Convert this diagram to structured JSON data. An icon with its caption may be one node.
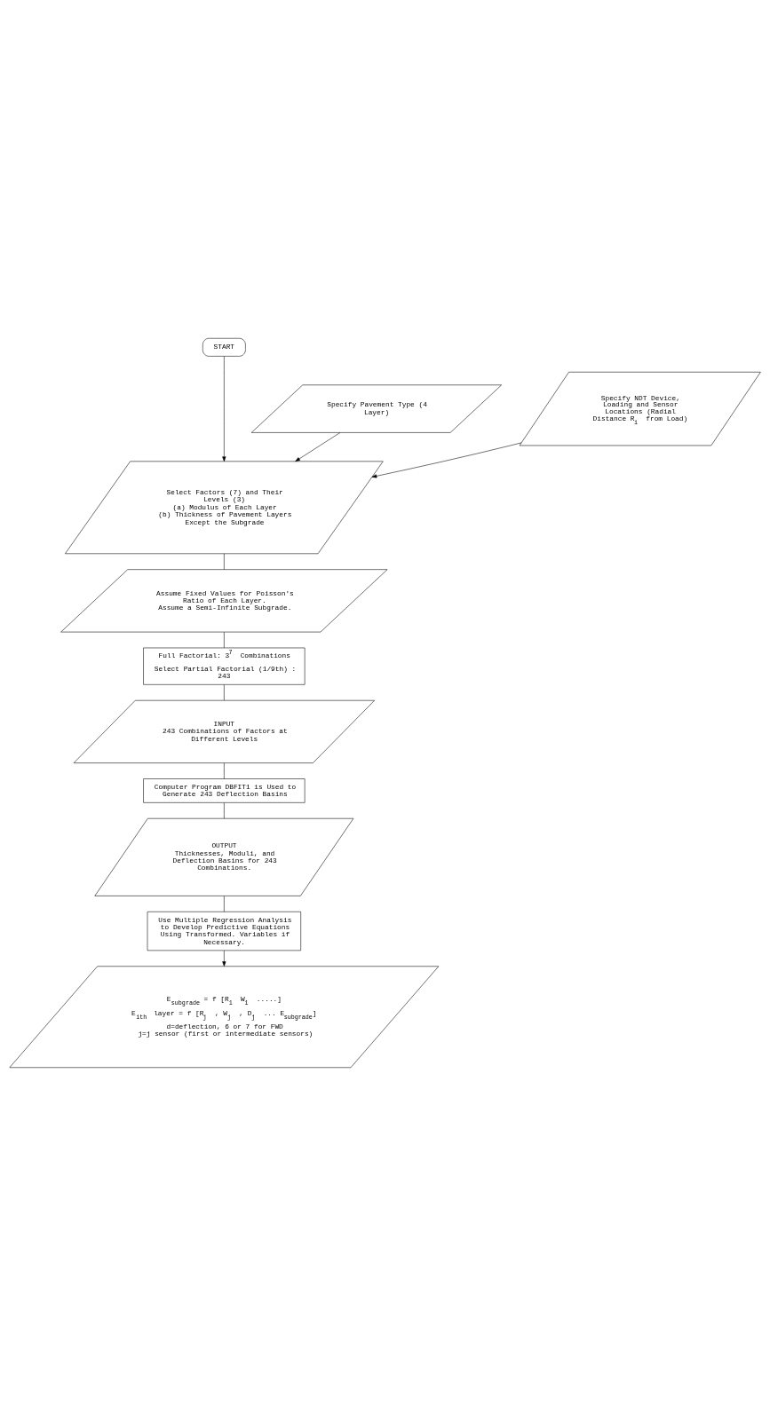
{
  "diagram": {
    "nodes": [
      {
        "text": [
          "START"
        ]
      },
      {
        "text": [
          "Specify Pavement Type (4 Layer)"
        ]
      },
      {
        "text": [
          "Specify NDT Device, Loading and Sensor Locations (Radial Distance R$_{i}$ from Load)"
        ]
      },
      {
        "text": [
          "Select Factors (7) and Their Levels (3)",
          "(a) Modulus of Each Layer",
          "(b) Thickness of Pavement Layers Except the Subgrade"
        ]
      },
      {
        "text": [
          "Assume Fixed Values for Poisson's Ratio of Each Layer.",
          "Assume a Semi-Infinite Subgrade."
        ]
      },
      {
        "text": [
          "Full Factorial: 3$^{7}$ Combinations",
          "Select Partial Factorial (1/9th) : 243"
        ]
      },
      {
        "text": [
          "INPUT",
          "243 Combinations of Factors at Different Levels"
        ]
      },
      {
        "text": [
          "Computer Program DBFIT1 is Used to Generate 243 Deflection Basins"
        ]
      },
      {
        "text": [
          "OUTPUT",
          "Thicknesses, Moduli, and Deflection Basins for 243 Combinations."
        ]
      },
      {
        "text": [
          "Use Multiple Regression Analysis to Develop Predictive Equations Using Transformed. Variables if Necessary."
        ]
      },
      {
        "text": [
          "E$_{subgrade}$ = f [R$_{1}$ W$_{1}$ .....]",
          "E$_{ith}$ layer = f [R$_{j}$ , W$_{j}$ , D$_{j}$ ... E$_{subgrade}$]",
          "d=deflection, 6 or 7 for FWD",
          "j=j sensor (first or intermediate sensors)"
        ]
      }
    ],
    "edges": [
      {
        "from": 0,
        "to": 3,
        "arrow": "to"
      },
      {
        "from": 1,
        "to": 3,
        "arrow": "to"
      },
      {
        "from": 2,
        "to": 3,
        "arrow": "to"
      },
      {
        "from": 3,
        "to": 4,
        "arrow": "none"
      },
      {
        "from": 4,
        "to": 5,
        "arrow": "none"
      },
      {
        "from": 5,
        "to": 6,
        "arrow": "none"
      },
      {
        "from": 6,
        "to": 7,
        "arrow": "none"
      },
      {
        "from": 7,
        "to": 8,
        "arrow": "none"
      },
      {
        "from": 8,
        "to": 9,
        "arrow": "none"
      },
      {
        "from": 9,
        "to": 10,
        "arrow": "to"
      }
    ]
  }
}
